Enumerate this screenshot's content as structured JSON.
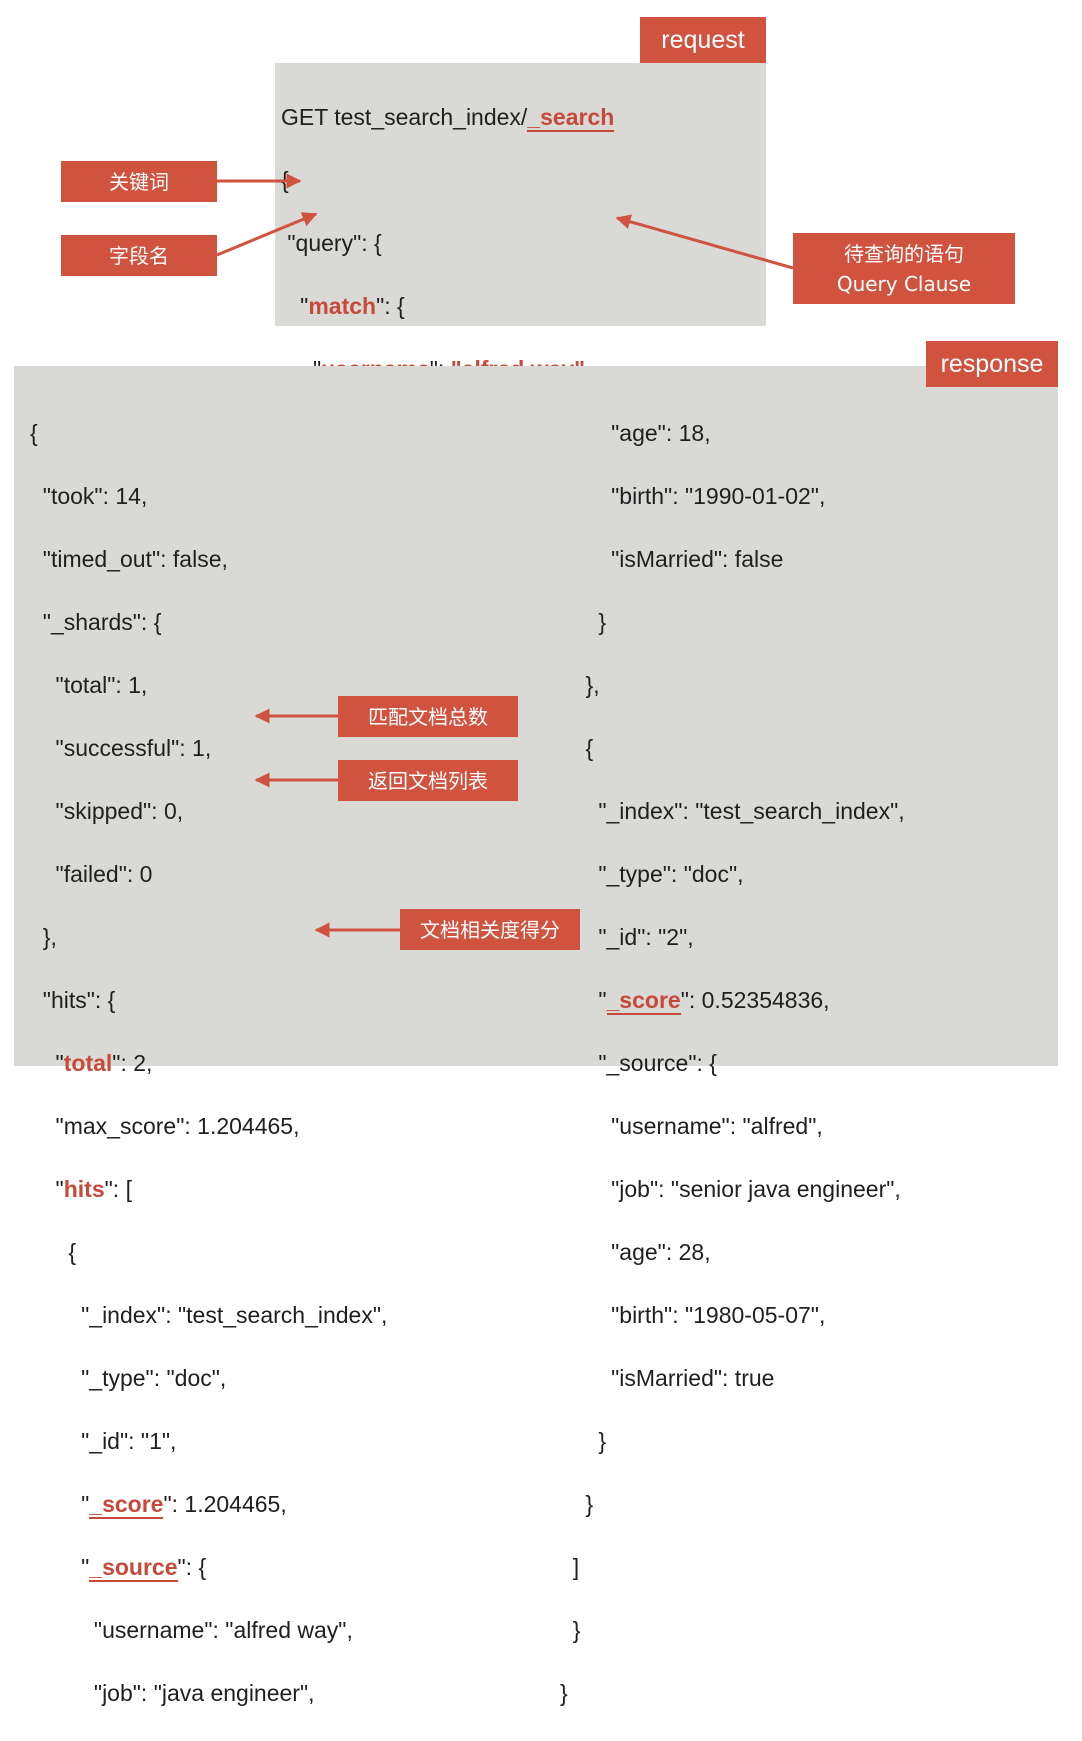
{
  "request": {
    "tag": "request",
    "method": "GET test_search_index/",
    "endpoint": "_search",
    "line_open": "{",
    "query_key": " \"query\": {",
    "match_pre": "   \"",
    "match_kw": "match",
    "match_post": "\": {",
    "field_pre": "     \"",
    "field_name": "username",
    "field_mid": "\": ",
    "field_value": "\"alfred way\"",
    "close1": "     }",
    "close2": "   }",
    "close3": "}"
  },
  "labels": {
    "keyword": "关键词",
    "field": "字段名",
    "clause_cn": "待查询的语句",
    "clause_en": "Query Clause",
    "total": "匹配文档总数",
    "hits": "返回文档列表",
    "score": "文档相关度得分"
  },
  "response": {
    "tag": "response",
    "left": {
      "l1": "{",
      "l2": "  \"took\": 14,",
      "l3": "  \"timed_out\": false,",
      "l4": "  \"_shards\": {",
      "l5": "    \"total\": 1,",
      "l6": "    \"successful\": 1,",
      "l7": "    \"skipped\": 0,",
      "l8": "    \"failed\": 0",
      "l9": "  },",
      "l10": "  \"hits\": {",
      "total_pre": "    \"",
      "total_kw": "total",
      "total_post": "\": 2,",
      "l12": "    \"max_score\": 1.204465,",
      "hits_pre": "    \"",
      "hits_kw": "hits",
      "hits_post": "\": [",
      "l14": "      {",
      "l15": "        \"_index\": \"test_search_index\",",
      "l16": "        \"_type\": \"doc\",",
      "l17": "        \"_id\": \"1\",",
      "score_pre": "        \"",
      "score_kw": "_score",
      "score_post": "\": 1.204465,",
      "source_pre": "        \"",
      "source_kw": "_source",
      "source_post": "\": {",
      "l20": "          \"username\": \"alfred way\",",
      "l21": "          \"job\": \"java engineer\","
    },
    "right": {
      "r1": "        \"age\": 18,",
      "r2": "        \"birth\": \"1990-01-02\",",
      "r3": "        \"isMarried\": false",
      "r4": "      }",
      "r5": "    },",
      "r6": "    {",
      "r7": "      \"_index\": \"test_search_index\",",
      "r8": "      \"_type\": \"doc\",",
      "r9": "      \"_id\": \"2\",",
      "score_pre": "      \"",
      "score_kw": "_score",
      "score_post": "\": 0.52354836,",
      "r11": "      \"_source\": {",
      "r12": "        \"username\": \"alfred\",",
      "r13": "        \"job\": \"senior java engineer\",",
      "r14": "        \"age\": 28,",
      "r15": "        \"birth\": \"1980-05-07\",",
      "r16": "        \"isMarried\": true",
      "r17": "      }",
      "r18": "    }",
      "r19": "  ]",
      "r20": "  }",
      "r21": "}"
    }
  },
  "colors": {
    "accent": "#d0533f",
    "panel": "#d9d9d6",
    "text": "#1f1f1f"
  }
}
